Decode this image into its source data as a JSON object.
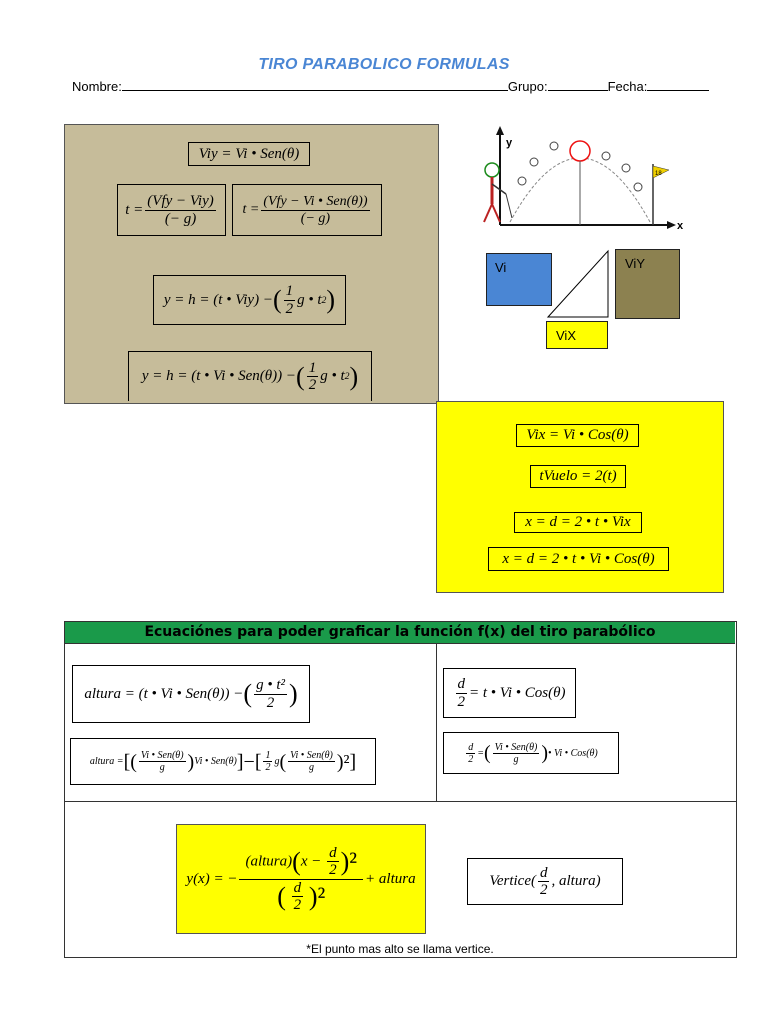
{
  "header": {
    "title": "TIRO PARABOLICO  FORMULAS",
    "nombre_label": "Nombre:",
    "grupo_label": "Grupo:",
    "fecha_label": "Fecha:"
  },
  "vertical_section": {
    "viy": "Viy = Vi • Sen(θ)",
    "t1_lhs": "t =",
    "t1_num": "(Vfy − Viy)",
    "t1_den": "(− g)",
    "t2_lhs": "t =",
    "t2_num": "(Vfy − Vi • Sen(θ))",
    "t2_den": "(− g)",
    "y1_a": "y = h = (t • Viy) −",
    "y1_frac_num": "1",
    "y1_frac_den": "2",
    "y1_b": "g • t",
    "y1_exp": "2",
    "y2_a": "y = h = (t • Vi • Sen(θ)) −",
    "y2_frac_num": "1",
    "y2_frac_den": "2",
    "y2_b": "g • t",
    "y2_exp": "2"
  },
  "diagram": {
    "axis_x": "x",
    "axis_y": "y",
    "flag": "18"
  },
  "vectors": {
    "vi": "Vi",
    "viy": "ViY",
    "vix": "ViX",
    "colors": {
      "vi": "#4a86d4",
      "viy": "#8c8150",
      "vix": "#ffff00"
    }
  },
  "horizontal_section": {
    "vix": "Vix = Vi • Cos(θ)",
    "tvuelo": "tVuelo = 2(t)",
    "x1": "x = d = 2 • t • Vix",
    "x2": "x = d = 2 • t • Vi • Cos(θ)"
  },
  "graph_table": {
    "header": "Ecuaciónes para poder  graficar  la función f(x) del tiro parabólico",
    "altura1_a": "altura = (t • Vi • Sen(θ)) −",
    "altura1_num": "g • t²",
    "altura1_den": "2",
    "altura2_a": "altura =",
    "altura2_num": "Vi • Sen(θ)",
    "altura2_den": "g",
    "altura2_b": "Vi • Sen(θ)",
    "altura2_c": "1",
    "altura2_d": "2",
    "altura2_e": "g",
    "d1_num": "d",
    "d1_den": "2",
    "d1_rhs": "= t • Vi • Cos(θ)",
    "d2_num": "d",
    "d2_den": "2",
    "d2_inner_num": "Vi • Sen(θ)",
    "d2_inner_den": "g",
    "d2_rhs": "• Vi • Cos(θ)",
    "yx_lhs": "y(x) = −",
    "yx_num_a": "(altura)",
    "yx_num_b": "x −",
    "yx_num_d": "d",
    "yx_num_2": "2",
    "yx_den_d": "d",
    "yx_den_2": "2",
    "yx_rhs": "+ altura",
    "vertice_a": "Vertice(",
    "vertice_num": "d",
    "vertice_den": "2",
    "vertice_b": ", altura)",
    "note": "*El punto mas alto se llama vertice."
  }
}
